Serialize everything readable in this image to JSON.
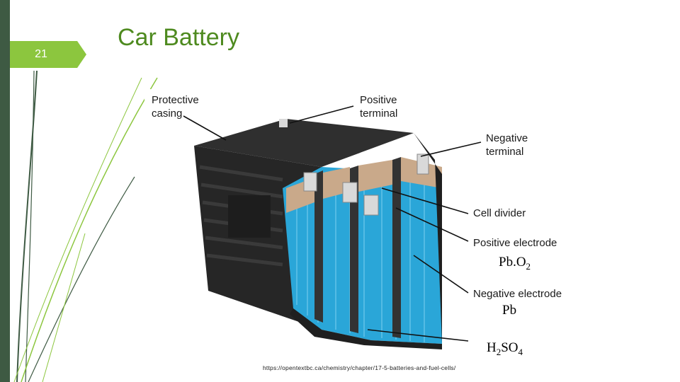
{
  "slide": {
    "number": "21",
    "title": "Car Battery"
  },
  "labels": {
    "protective_casing": [
      "Protective",
      "casing"
    ],
    "positive_terminal": [
      "Positive",
      "terminal"
    ],
    "negative_terminal": [
      "Negative",
      "terminal"
    ],
    "cell_divider": "Cell divider",
    "positive_electrode": "Positive electrode",
    "negative_electrode": "Negative electrode"
  },
  "chemistry": {
    "positive": {
      "base": "Pb.O",
      "sub": "2"
    },
    "negative": {
      "base": "Pb"
    },
    "electrolyte": {
      "p1": "H",
      "s1": "2",
      "p2": "SO",
      "s2": "4"
    }
  },
  "source": "https://opentextbc.ca/chemistry/chapter/17-5-batteries-and-fuel-cells/",
  "colors": {
    "accent": "#8cc63e",
    "sidebar": "#3e5a43",
    "title": "#4e8a1f",
    "electrolyte": "#2aa6d8",
    "casing": "#2b2b2b"
  },
  "icons": [
    "battery-illustration"
  ]
}
